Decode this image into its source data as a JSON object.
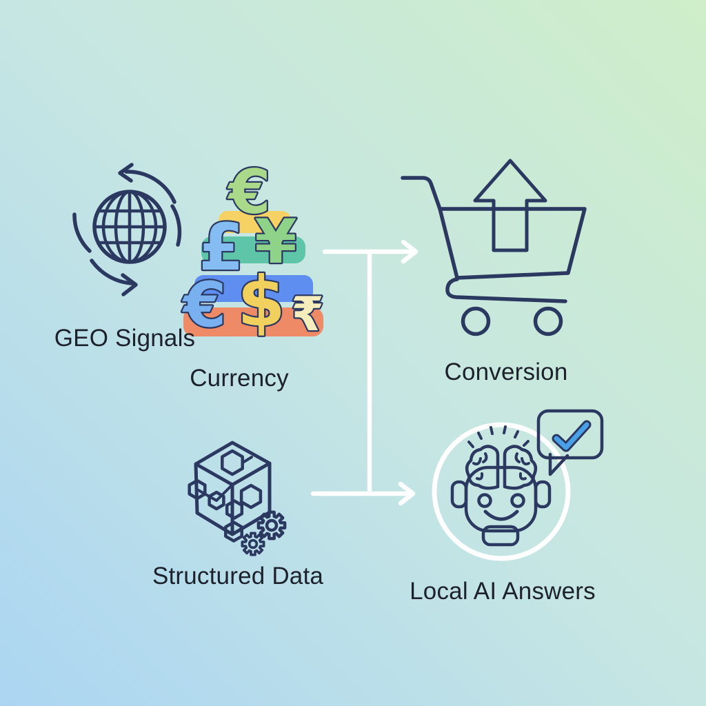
{
  "nodes": {
    "geo_signals": {
      "label": "GEO Signals"
    },
    "currency": {
      "label": "Currency",
      "symbols": [
        "€",
        "£",
        "¥",
        "€",
        "$",
        "₹"
      ]
    },
    "conversion": {
      "label": "Conversion"
    },
    "structured_data": {
      "label": "Structured Data"
    },
    "local_ai": {
      "label": "Local AI Answers"
    }
  },
  "icons": {
    "geo_signals": "globe-sync-icon",
    "currency": "currency-stack-icon",
    "conversion": "cart-up-arrow-icon",
    "structured_data": "data-cube-gears-icon",
    "local_ai": "ai-robot-brain-check-icon"
  },
  "colors": {
    "outline_navy": "#2b3860",
    "text": "#1c212b",
    "connector_white": "#ffffff",
    "euro_green": "#a9d989",
    "pound_blue": "#85bdf2",
    "yen_green": "#8ed389",
    "euro_blue": "#79b0f0",
    "dollar_yellow": "#f2d05e",
    "rupee_cream": "#f5edbb",
    "bar_yellow": "#f6d265",
    "bar_teal": "#5ec5a8",
    "bar_blue": "#5d8ef0",
    "bar_orange": "#ef8a66",
    "arrow_green": "#a3d683",
    "face_blue": "#cde9f7",
    "ear_blue": "#5f9fe8",
    "brain_coral": "#f2a38b",
    "bubble_blue": "#c5e9f8",
    "check_blue": "#4aa0e6",
    "hex_white": "#eef6fb",
    "hex_orange": "#f5b860",
    "hex_teal": "#7ed0b2",
    "hex_coral": "#ef8a68",
    "hex_yellow": "#f6d05f",
    "gear_fill": "#bfe0ee",
    "background_top_left": "#cfe9e9",
    "background_top_right": "#cdeccc",
    "background_bottom_left": "#aed7f5",
    "background_bottom_right": "#bce2e0"
  }
}
